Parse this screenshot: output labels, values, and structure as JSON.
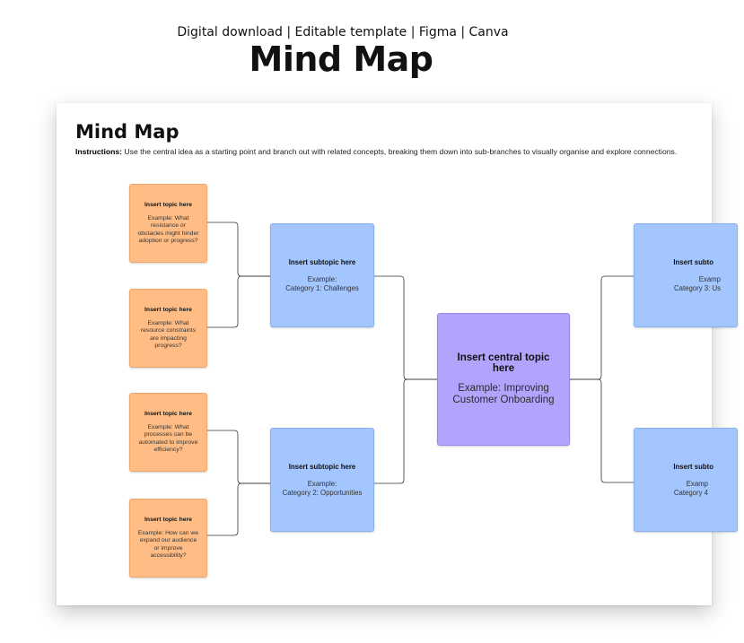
{
  "header": {
    "subtitle": "Digital download | Editable template | Figma | Canva",
    "title": "Mind Map"
  },
  "sheet": {
    "title": "Mind Map",
    "instructions_label": "Instructions:",
    "instructions_text": " Use the central idea as a starting point and branch out with related concepts, breaking them down into sub-branches to visually organise and explore connections."
  },
  "central": {
    "title": "Insert central topic here",
    "text": "Example: Improving Customer Onboarding"
  },
  "subtopics": [
    {
      "title": "Insert subtopic here",
      "text": "Example:\nCategory 1: Challenges"
    },
    {
      "title": "Insert subtopic here",
      "text": "Example:\nCategory 2: Opportunities"
    },
    {
      "title": "Insert subto",
      "text": "Examp\nCategory 3: Us"
    },
    {
      "title": "Insert subto",
      "text": "Examp\nCategory 4"
    }
  ],
  "topics": [
    {
      "title": "Insert topic here",
      "text": "Example: What resistance or obstacles might hinder adoption or progress?"
    },
    {
      "title": "Insert topic here",
      "text": "Example: What resource constraints are impacting progress?"
    },
    {
      "title": "Insert topic here",
      "text": "Example: What processes can be automated to improve efficiency?"
    },
    {
      "title": "Insert topic here",
      "text": "Example: How can we expand our audience or improve accessibility?"
    }
  ],
  "colors": {
    "topic": "#ffbd85",
    "subtopic": "#a3c6ff",
    "central": "#b4a3fd",
    "connector": "#333333"
  }
}
